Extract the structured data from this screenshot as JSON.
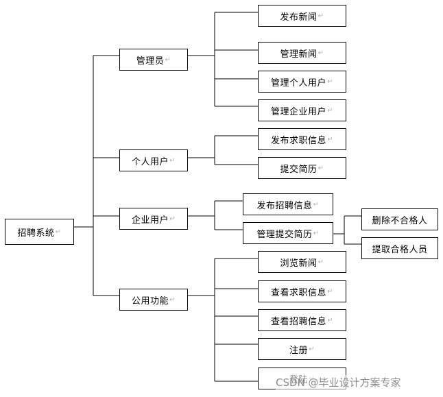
{
  "root": {
    "label": "招聘系统"
  },
  "return_mark": "↵",
  "groups": [
    {
      "label": "管理员",
      "children": [
        {
          "label": "发布新闻"
        },
        {
          "label": "管理新闻"
        },
        {
          "label": "管理个人用户"
        },
        {
          "label": "管理企业用户"
        }
      ]
    },
    {
      "label": "个人用户",
      "children": [
        {
          "label": "发布求职信息"
        },
        {
          "label": "提交简历"
        }
      ]
    },
    {
      "label": "企业用户",
      "children": [
        {
          "label": "发布招聘信息"
        },
        {
          "label": "管理提交简历",
          "children": [
            {
              "label": "删除不合格人"
            },
            {
              "label": "提取合格人员"
            }
          ]
        }
      ]
    },
    {
      "label": "公用功能",
      "children": [
        {
          "label": "浏览新闻"
        },
        {
          "label": "查看求职信息"
        },
        {
          "label": "查看招聘信息"
        },
        {
          "label": "注册"
        },
        {
          "label": "登陆"
        }
      ]
    }
  ],
  "watermark": "CSDN @毕业设计方案专家"
}
